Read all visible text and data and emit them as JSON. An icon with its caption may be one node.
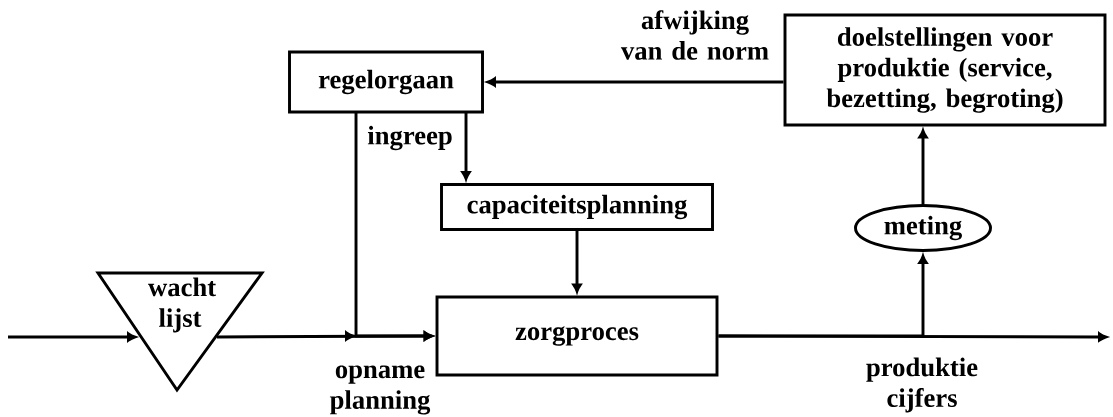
{
  "diagram": {
    "nodes": [
      {
        "text": [
          "doelstellingen voor produktie (service, bezetting, begroting)"
        ]
      },
      {
        "text": [
          "regelorgaan"
        ]
      },
      {
        "text": [
          "capaciteitsplanning"
        ]
      },
      {
        "text": [
          "meting"
        ]
      },
      {
        "text": [
          "wacht lijst"
        ]
      },
      {
        "text": [
          "zorgproces"
        ]
      }
    ],
    "edges": [
      {
        "from": 0,
        "to": 1,
        "arrow": "to",
        "label": "afwijking van de norm"
      },
      {
        "from": 1,
        "to": 2,
        "arrow": "to",
        "label": "ingreep"
      },
      {
        "from": 1,
        "to": 5,
        "arrow": "to"
      },
      {
        "from": null,
        "to": 4,
        "arrow": "to"
      },
      {
        "from": 4,
        "to": 5,
        "arrow": "to",
        "label": "opname planning"
      },
      {
        "from": 2,
        "to": 5,
        "arrow": "to"
      },
      {
        "from": 5,
        "to": null,
        "arrow": "to",
        "label": "produktie cijfers"
      },
      {
        "from": 5,
        "to": 3,
        "arrow": "to"
      },
      {
        "from": 3,
        "to": 0,
        "arrow": "to"
      }
    ]
  }
}
